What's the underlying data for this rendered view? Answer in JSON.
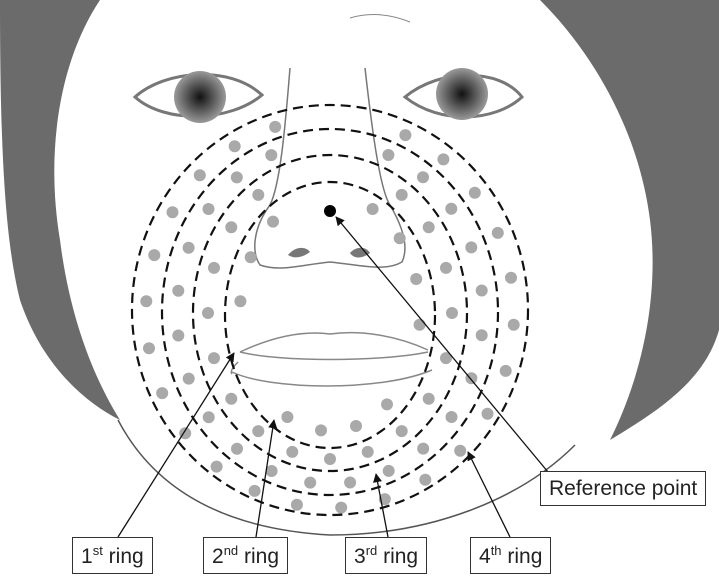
{
  "figure": {
    "labels": {
      "ring1": {
        "num": "1",
        "sup": "st",
        "word": "ring"
      },
      "ring2": {
        "num": "2",
        "sup": "nd",
        "word": "ring"
      },
      "ring3": {
        "num": "3",
        "sup": "rd",
        "word": "ring"
      },
      "ring4": {
        "num": "4",
        "sup": "th",
        "word": "ring"
      },
      "reference": "Reference point"
    },
    "colors": {
      "hair": "#6b6b6b",
      "dots": "#a9a9a9",
      "outline": "#555555",
      "ring": "#111111",
      "reference_point": "#000000"
    }
  }
}
